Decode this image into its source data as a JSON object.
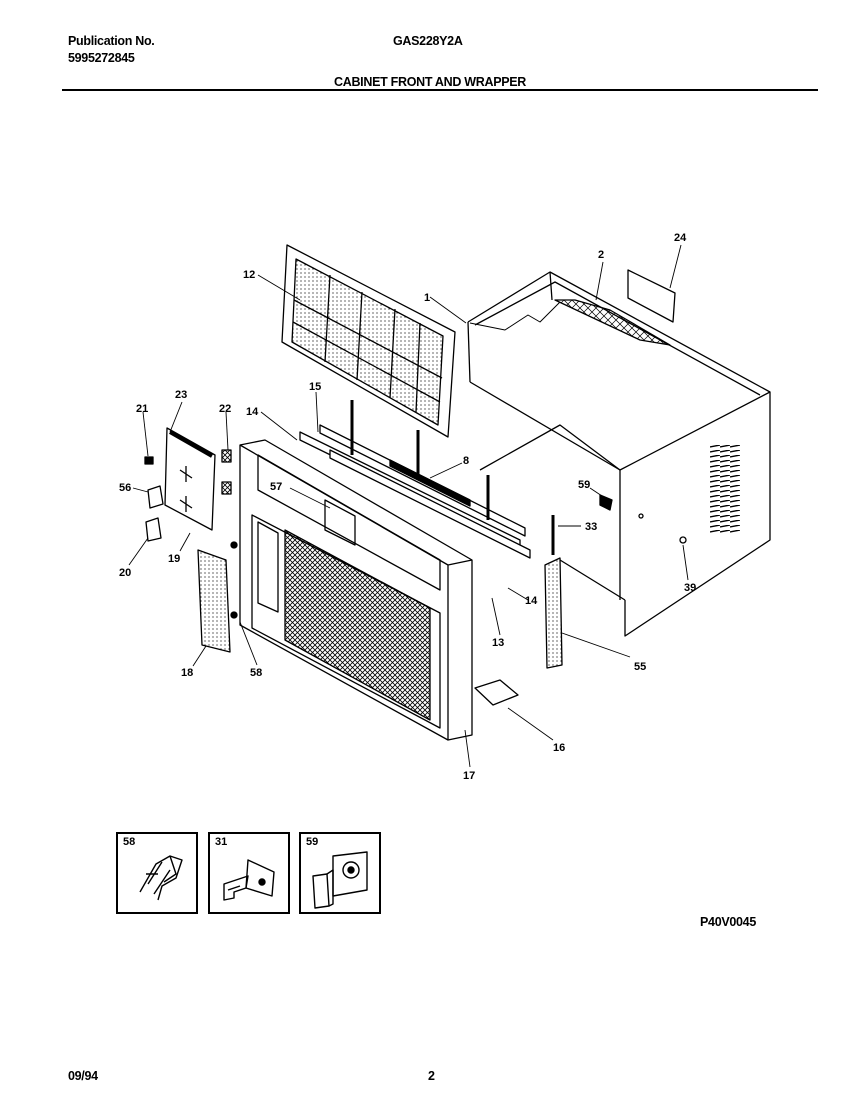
{
  "header": {
    "publication_label": "Publication No.",
    "publication_number": "5995272845",
    "model": "GAS228Y2A",
    "section_title": "CABINET FRONT AND WRAPPER"
  },
  "callouts": [
    "1",
    "2",
    "24",
    "12",
    "15",
    "14",
    "22",
    "23",
    "21",
    "56",
    "20",
    "19",
    "57",
    "8",
    "59",
    "33",
    "39",
    "14",
    "13",
    "55",
    "18",
    "58",
    "16",
    "17"
  ],
  "insets": [
    {
      "label": "58",
      "icon": "clip-icon"
    },
    {
      "label": "31",
      "icon": "bracket-icon"
    },
    {
      "label": "59",
      "icon": "bushing-icon"
    }
  ],
  "diagram_code": "P40V0045",
  "footer": {
    "date": "09/94",
    "page": "2"
  }
}
